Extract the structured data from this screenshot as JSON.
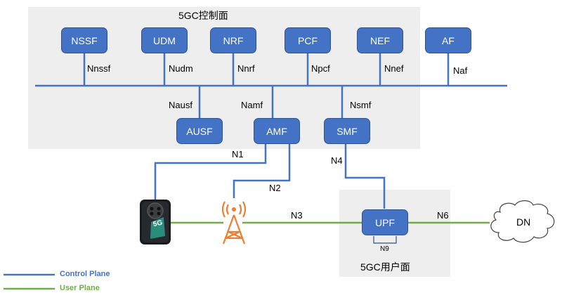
{
  "control_plane": {
    "title": "5GC控制面",
    "nfs": {
      "nssf": "NSSF",
      "udm": "UDM",
      "nrf": "NRF",
      "pcf": "PCF",
      "nef": "NEF",
      "af": "AF",
      "ausf": "AUSF",
      "amf": "AMF",
      "smf": "SMF"
    },
    "interfaces": {
      "nnssf": "Nnssf",
      "nudm": "Nudm",
      "nnrf": "Nnrf",
      "npcf": "Npcf",
      "nnef": "Nnef",
      "naf": "Naf",
      "nausf": "Nausf",
      "namf": "Namf",
      "nsmf": "Nsmf"
    }
  },
  "user_plane": {
    "title": "5GC用户面",
    "upf": "UPF",
    "dn": "DN",
    "ue_badge": "5G"
  },
  "links": {
    "n1": "N1",
    "n2": "N2",
    "n3": "N3",
    "n4": "N4",
    "n6": "N6",
    "n9": "N9"
  },
  "legend": {
    "control": "Control Plane",
    "user": "User Plane"
  },
  "colors": {
    "control": "#4472c4",
    "user": "#70ad47",
    "nf_fill": "#4472c4",
    "region": "#eeeeee",
    "antenna": "#ed7d31"
  }
}
